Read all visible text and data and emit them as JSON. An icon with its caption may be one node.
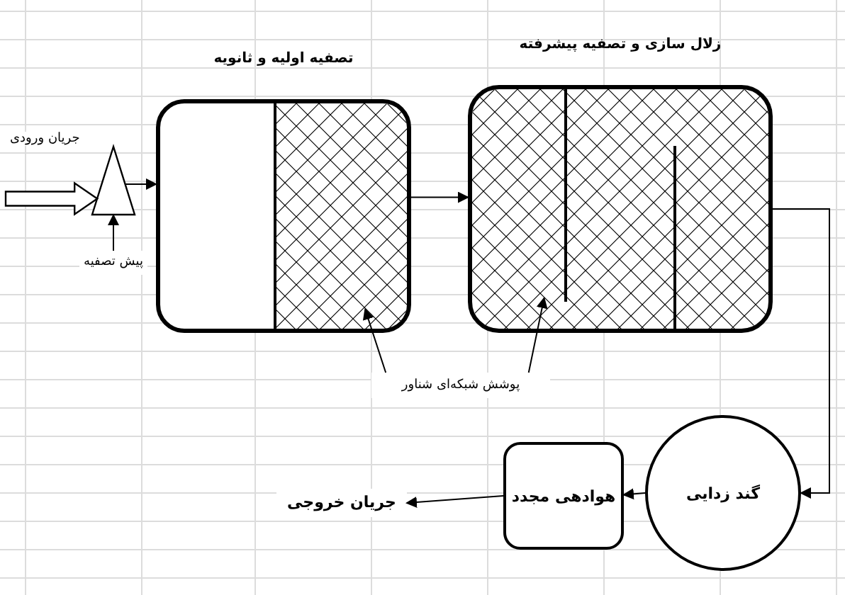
{
  "diagram": {
    "nodes": [
      {
        "text": [],
        "shape": "triangle"
      },
      {
        "text": [
          "پیش تصفیه"
        ]
      },
      {
        "text": [
          "تصفیه اولیه و ثانویه"
        ]
      },
      {
        "text": [
          "زلال سازی و تصفیه پیشرفته"
        ]
      },
      {
        "text": [
          "پوشش شبکه‌ای شناور"
        ]
      },
      {
        "text": [
          "گند زدایی"
        ]
      },
      {
        "text": [
          "هوادهی مجدد"
        ]
      },
      {
        "text": [
          "جریان خروجی"
        ]
      }
    ],
    "edges": [
      {
        "from": null,
        "to": 0,
        "arrow": "to",
        "label": "جریان ورودی",
        "style": "thick"
      },
      {
        "from": 1,
        "to": 0,
        "arrow": "to"
      },
      {
        "from": 0,
        "to": 2,
        "arrow": "to"
      },
      {
        "from": 2,
        "to": 3,
        "arrow": "to"
      },
      {
        "from": 3,
        "to": 5,
        "arrow": "to"
      },
      {
        "from": 5,
        "to": 6,
        "arrow": "to"
      },
      {
        "from": 6,
        "to": 7,
        "arrow": "to"
      },
      {
        "from": 4,
        "to": 2,
        "arrow": "to"
      },
      {
        "from": 4,
        "to": 3,
        "arrow": "to"
      }
    ]
  }
}
